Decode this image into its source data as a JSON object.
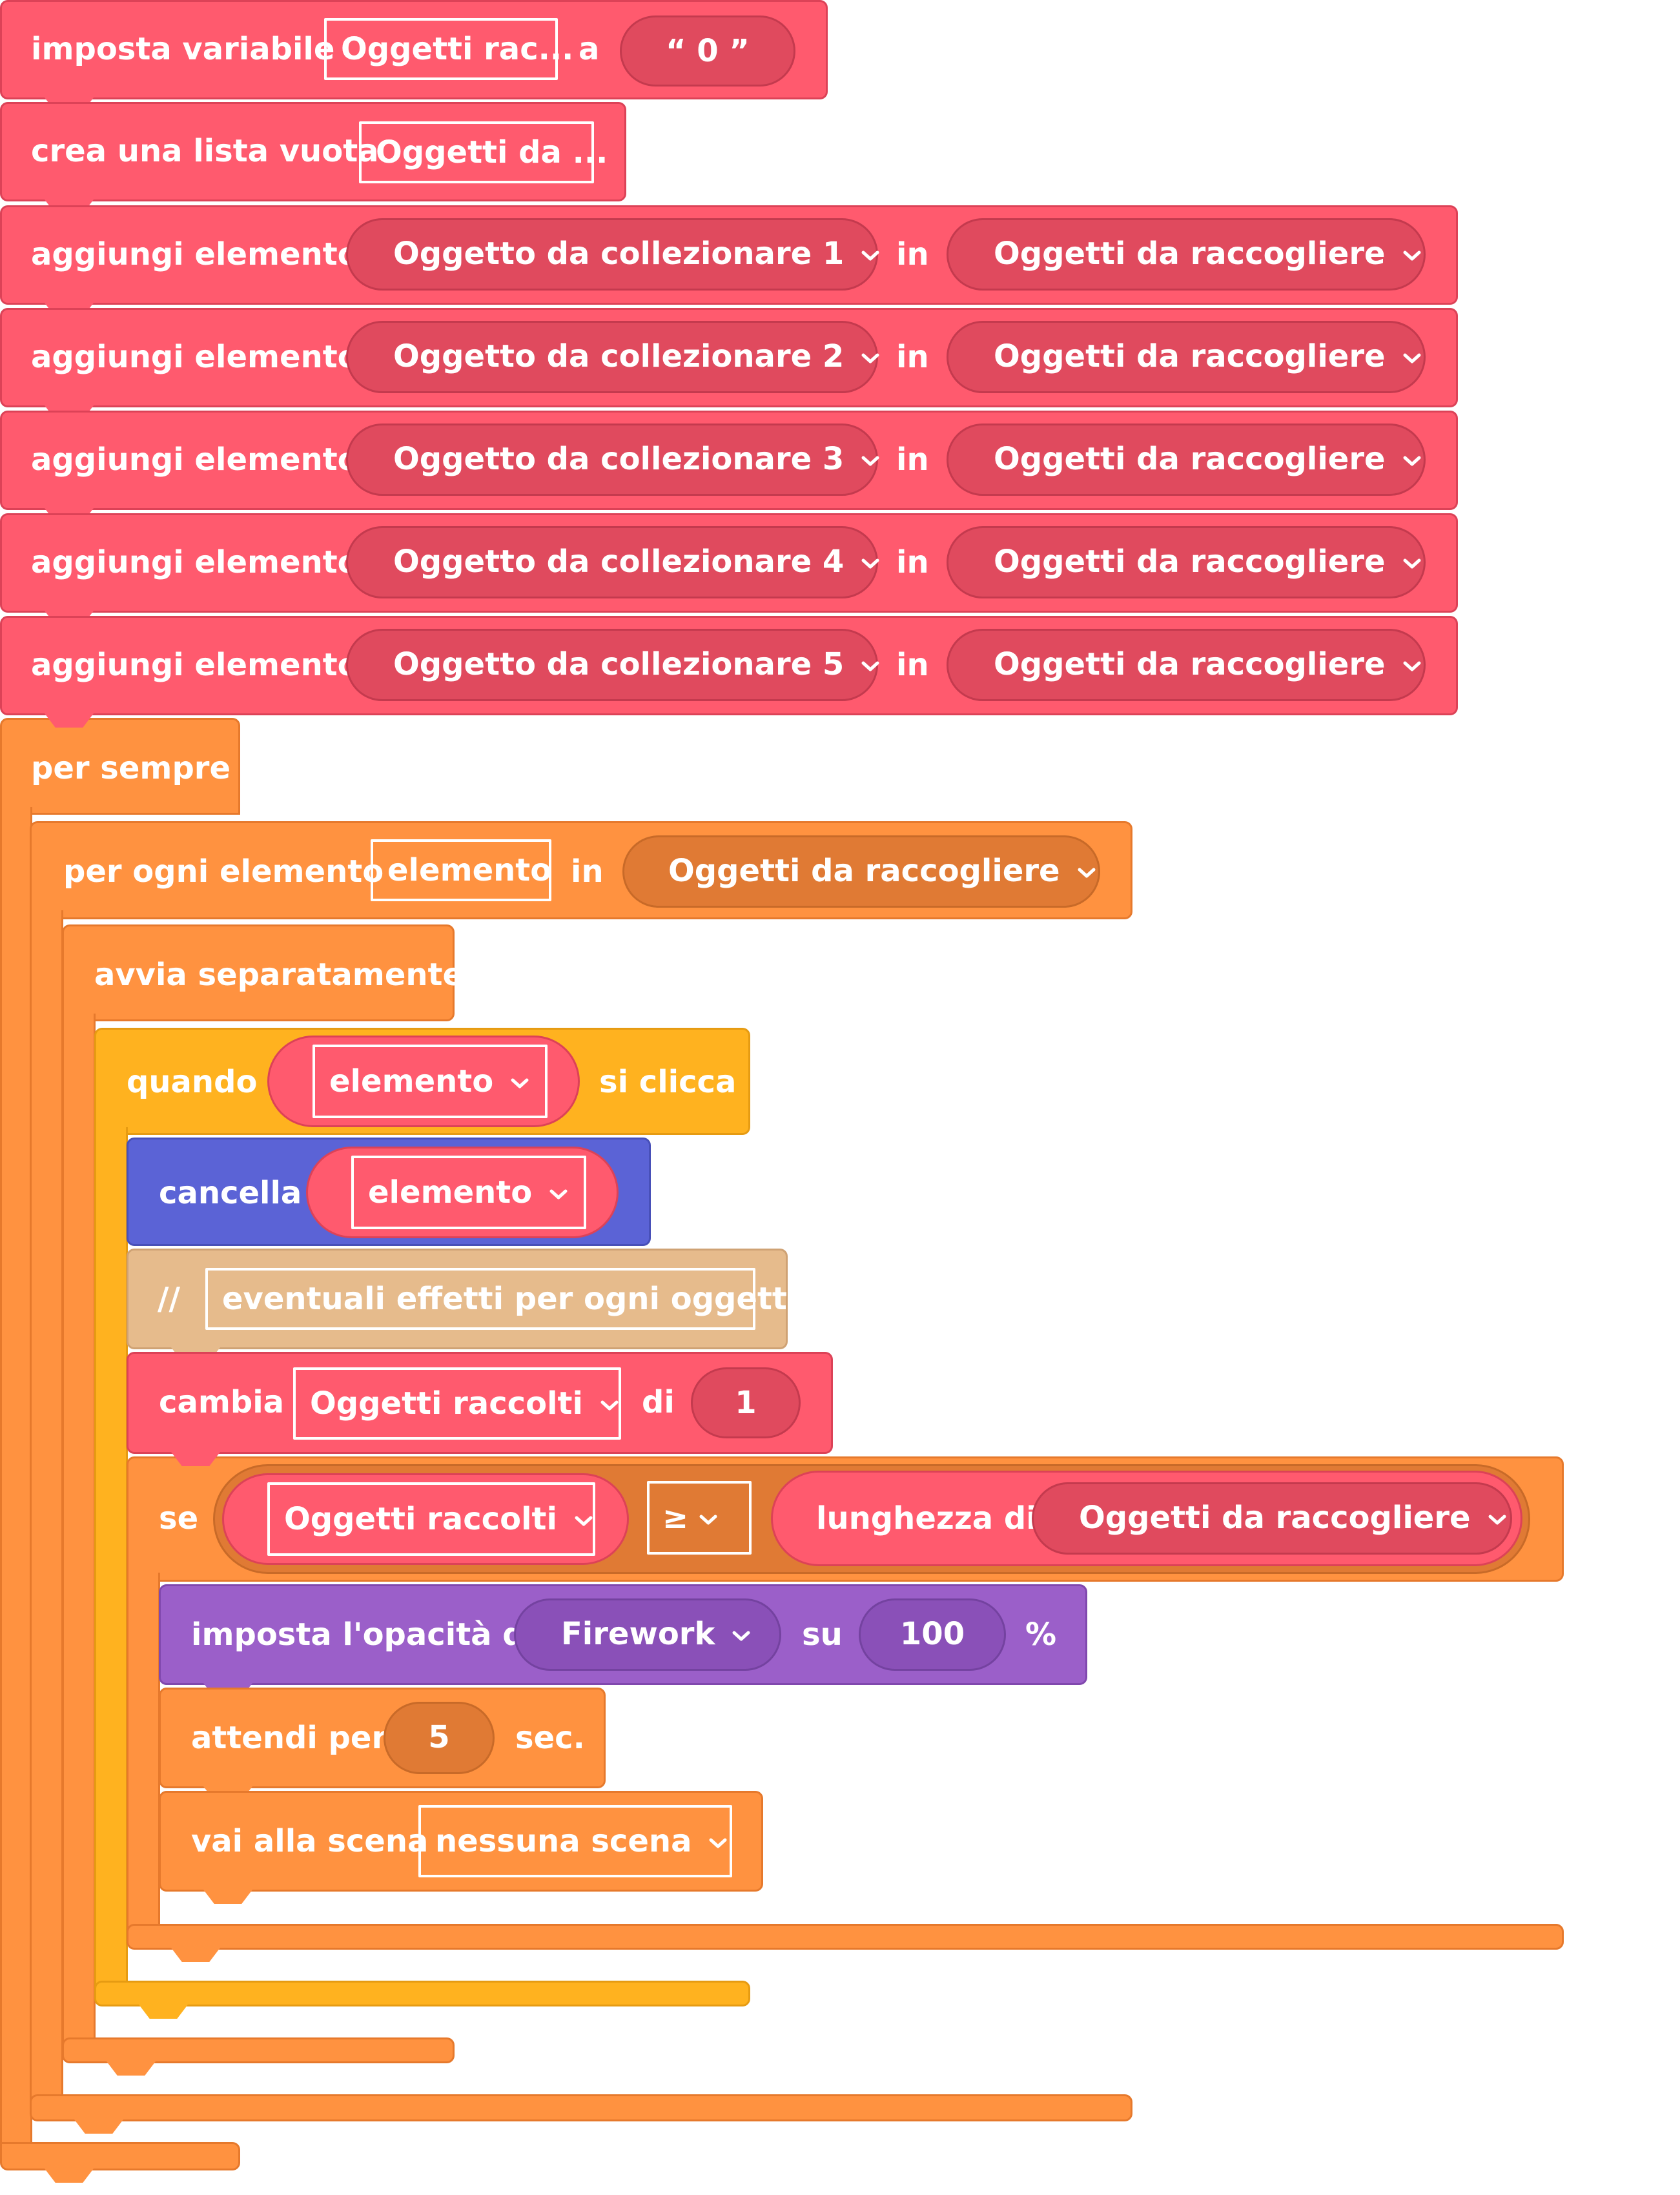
{
  "blocks": {
    "set_var": {
      "label": "imposta variabile",
      "var": "Oggetti rac...",
      "to": "a",
      "value": "“  0  ”"
    },
    "create_list": {
      "label": "crea una lista vuota",
      "var": "Oggetti da ..."
    },
    "add_items": [
      {
        "label": "aggiungi elemento",
        "item": "Oggetto da collezionare 1",
        "in": "in",
        "list": "Oggetti da raccogliere"
      },
      {
        "label": "aggiungi elemento",
        "item": "Oggetto da collezionare 2",
        "in": "in",
        "list": "Oggetti da raccogliere"
      },
      {
        "label": "aggiungi elemento",
        "item": "Oggetto da collezionare 3",
        "in": "in",
        "list": "Oggetti da raccogliere"
      },
      {
        "label": "aggiungi elemento",
        "item": "Oggetto da collezionare 4",
        "in": "in",
        "list": "Oggetti da raccogliere"
      },
      {
        "label": "aggiungi elemento",
        "item": "Oggetto da collezionare 5",
        "in": "in",
        "list": "Oggetti da raccogliere"
      }
    ],
    "forever": {
      "label": "per sempre"
    },
    "for_each": {
      "label": "per ogni elemento",
      "var": "elemento",
      "in": "in",
      "list": "Oggetti da raccogliere"
    },
    "run_separately": {
      "label": "avvia separatamente"
    },
    "when_clicked": {
      "label": "quando",
      "target": "elemento",
      "suffix": "si clicca"
    },
    "delete": {
      "label": "cancella",
      "target": "elemento"
    },
    "comment": {
      "prefix": "//",
      "text": "eventuali effetti per ogni oggetto"
    },
    "change": {
      "label": "cambia",
      "var": "Oggetti raccolti",
      "by": "di",
      "value": "1"
    },
    "if": {
      "label": "se",
      "left": "Oggetti raccolti",
      "op": "≥",
      "length_label": "lunghezza di",
      "list": "Oggetti da raccogliere"
    },
    "set_opacity": {
      "label": "imposta l'opacità di",
      "target": "Firework",
      "to": "su",
      "value": "100",
      "unit": "%"
    },
    "wait": {
      "label": "attendi per",
      "value": "5",
      "unit": "sec."
    },
    "goto_scene": {
      "label": "vai alla scena",
      "scene": "nessuna scena"
    }
  },
  "colors": {
    "variables": "#ff5a6e",
    "control": "#ff9240",
    "events": "#ffb21f",
    "sprites": "#5b63d6",
    "looks": "#9b5fc9",
    "comment": "#e6bb8c"
  }
}
